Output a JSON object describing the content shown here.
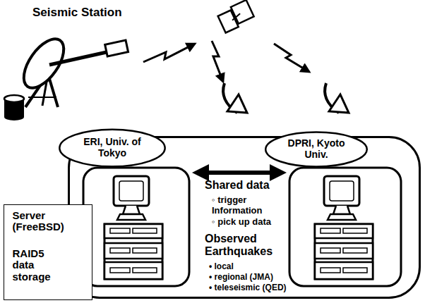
{
  "diagram": {
    "nodes": [
      {
        "text": [
          "Shared data",
          "◦ trigger Information",
          "◦ pick up data",
          "Observed Earthquakes",
          "• local",
          "• regional (JMA)",
          "• teleseismic (QED)"
        ]
      },
      {
        "text": [
          "ERI, Univ. of Tokyo"
        ],
        "in": 0
      },
      {
        "text": [
          "DPRI, Kyoto Univ."
        ],
        "in": 0
      },
      {
        "text": [
          "Server (FreeBSD)",
          "RAID5 data storage"
        ]
      }
    ],
    "labels": [
      "Seismic Station"
    ]
  }
}
